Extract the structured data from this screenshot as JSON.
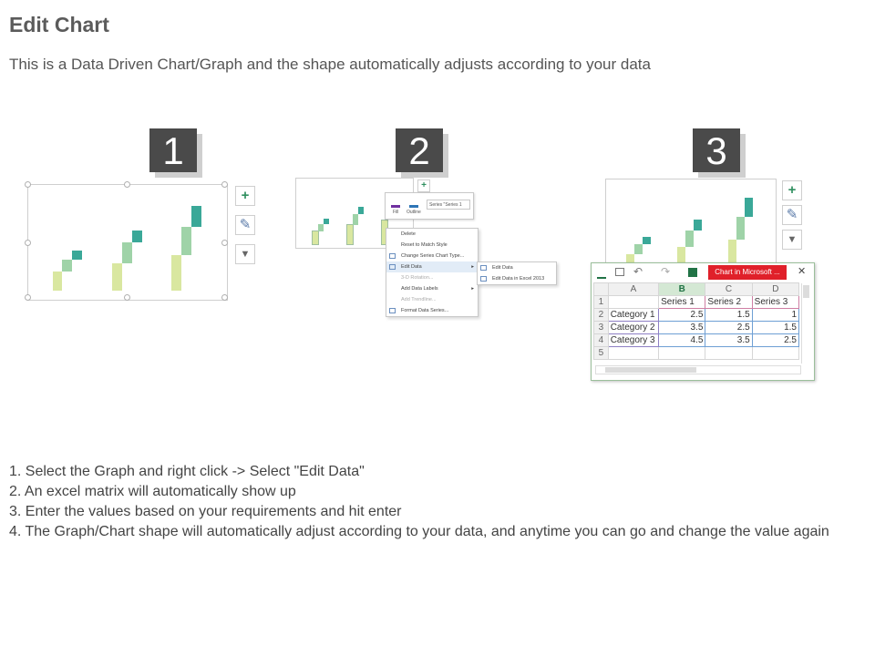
{
  "title": "Edit Chart",
  "subtitle": "This is a Data Driven Chart/Graph and the shape automatically adjusts according to your data",
  "steps": [
    {
      "number": "1"
    },
    {
      "number": "2"
    },
    {
      "number": "3"
    }
  ],
  "toolbar": {
    "plus_glyph": "+",
    "brush_glyph": "✎",
    "filter_glyph": "▼"
  },
  "format_bar": {
    "fill_label": "Fill",
    "outline_label": "Outline",
    "series_select": "Series \"Series 1"
  },
  "context_menu": {
    "items": [
      {
        "label": "Delete",
        "enabled": true
      },
      {
        "label": "Reset to Match Style",
        "enabled": true
      },
      {
        "label": "Change Series Chart Type...",
        "enabled": true
      },
      {
        "label": "Edit Data",
        "enabled": true,
        "has_submenu": true
      },
      {
        "label": "3-D Rotation...",
        "enabled": false
      },
      {
        "label": "Add Data Labels",
        "enabled": true,
        "has_submenu": true
      },
      {
        "label": "Add Trendline...",
        "enabled": false
      },
      {
        "label": "Format Data Series...",
        "enabled": true
      }
    ],
    "submenu": [
      {
        "label": "Edit Data"
      },
      {
        "label": "Edit Data in Excel 2013"
      }
    ]
  },
  "excel": {
    "window_title": "Chart in Microsoft ...",
    "close_glyph": "✕",
    "column_letters": [
      "",
      "A",
      "B",
      "C",
      "D"
    ],
    "row_numbers": [
      "1",
      "2",
      "3",
      "4",
      "5"
    ],
    "header_row": [
      "",
      "Series 1",
      "Series 2",
      "Series 3"
    ],
    "rows": [
      [
        "Category 1",
        "2.5",
        "1.5",
        "1"
      ],
      [
        "Category 2",
        "3.5",
        "2.5",
        "1.5"
      ],
      [
        "Category 3",
        "4.5",
        "3.5",
        "2.5"
      ],
      [
        "",
        "",
        "",
        ""
      ]
    ]
  },
  "colors": {
    "series_light": "#d9e7a0",
    "series_mid": "#9fd3a8",
    "series_dark": "#3aa898",
    "excel_red": "#e0202a",
    "excel_green": "#217346"
  },
  "instructions": [
    "1. Select the Graph and right click -> Select \"Edit Data\"",
    "2. An excel matrix will automatically show up",
    "3. Enter the values based on your requirements and hit enter",
    "4. The Graph/Chart shape will automatically adjust according to your data, and anytime you can go and change the value again"
  ]
}
